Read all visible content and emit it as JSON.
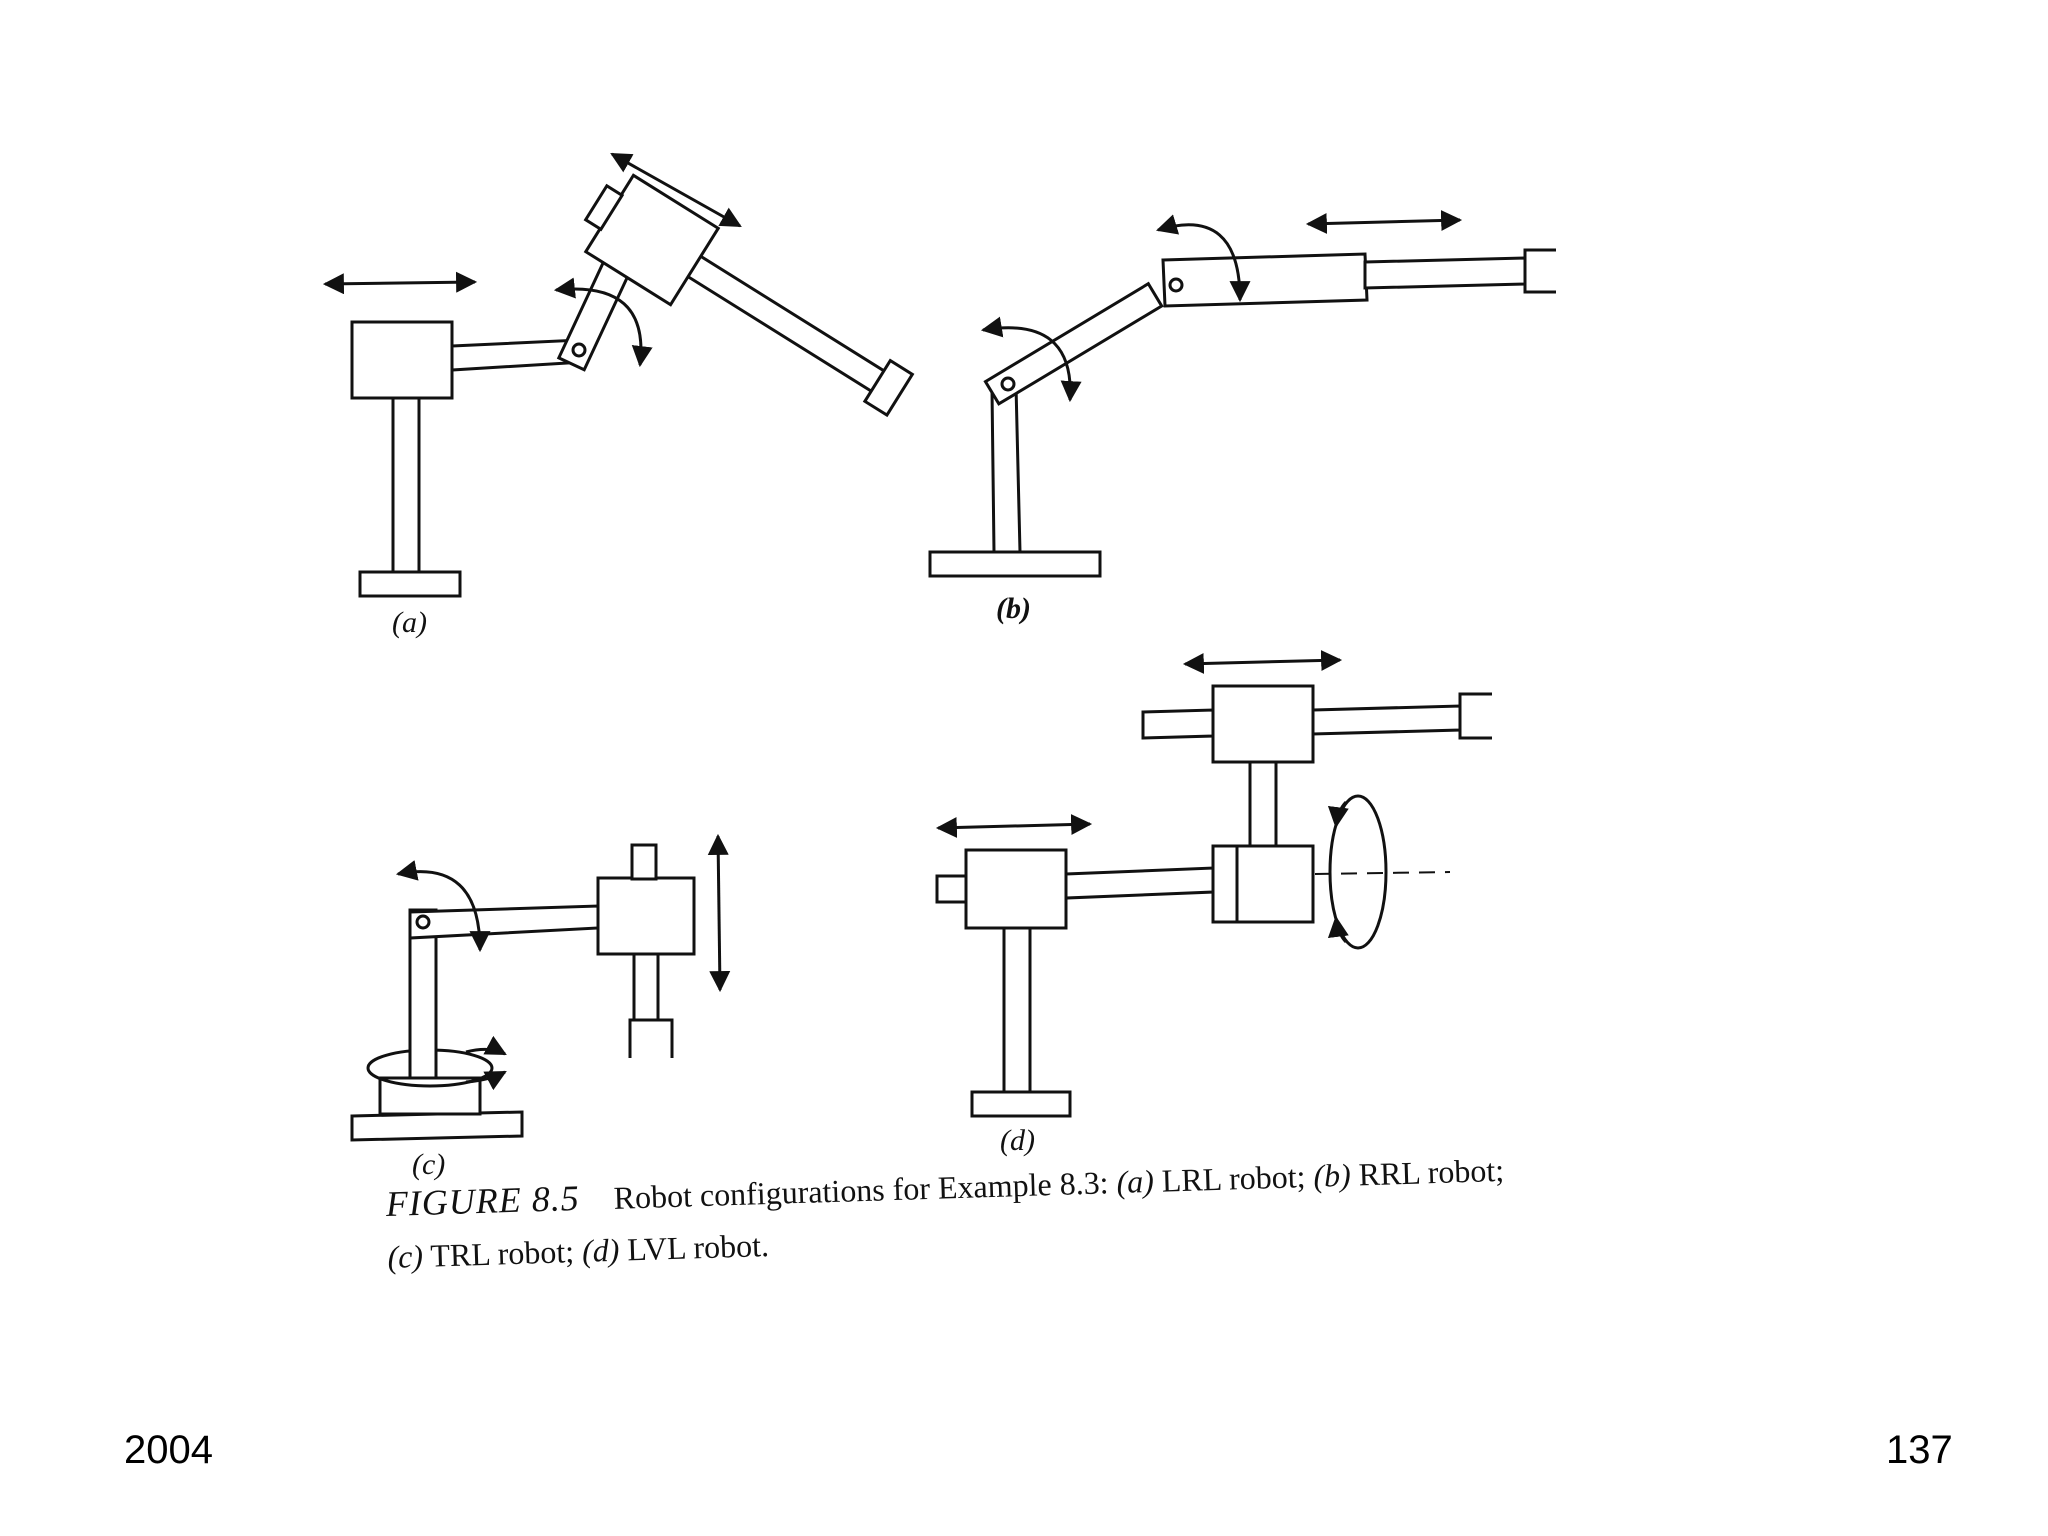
{
  "panels": {
    "a": {
      "label": "(a)"
    },
    "b": {
      "label": "(b)"
    },
    "c": {
      "label": "(c)"
    },
    "d": {
      "label": "(d)"
    }
  },
  "caption": {
    "figure_label": "FIGURE 8.5",
    "line1": "Robot configurations for Example 8.3: ",
    "a_tag": "(a)",
    "a_text": " LRL robot; ",
    "b_tag": "(b)",
    "b_text": " RRL robot;",
    "c_tag": "(c)",
    "c_text": " TRL robot; ",
    "d_tag": "(d)",
    "d_text": " LVL robot."
  },
  "footer": {
    "year": "2004",
    "page": "137"
  }
}
